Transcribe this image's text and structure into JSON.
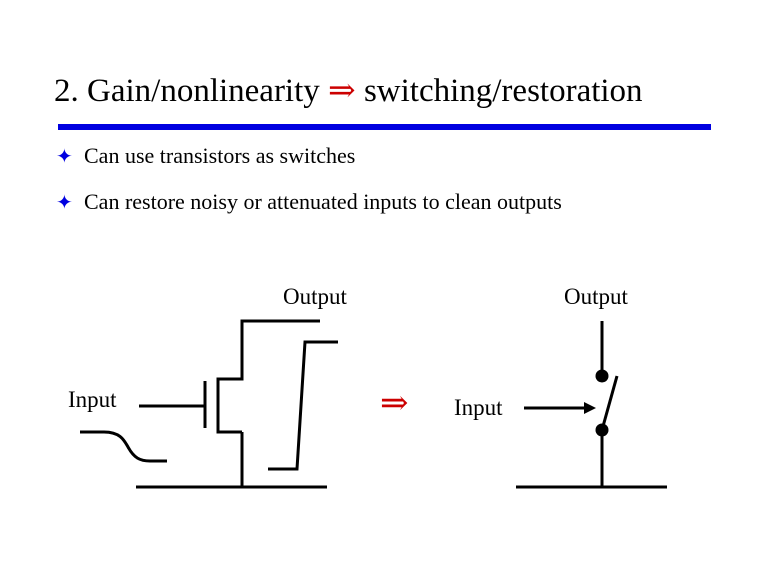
{
  "slide": {
    "title_text": "2. Gain/nonlinearity",
    "title_arrow": "⇒",
    "title_text_2": "switching/restoration",
    "bullet_icon": "four-point-star-icon",
    "bullets": [
      "Can use transistors as switches",
      "Can restore noisy or attenuated inputs to clean outputs"
    ]
  },
  "diagram": {
    "transistor": {
      "input_label": "Input",
      "output_label": "Output"
    },
    "implies_arrow": "⇒",
    "switch": {
      "input_label": "Input",
      "output_label": "Output"
    }
  },
  "colors": {
    "accent_blue": "#0000e0",
    "arrow_red": "#cc0000"
  }
}
